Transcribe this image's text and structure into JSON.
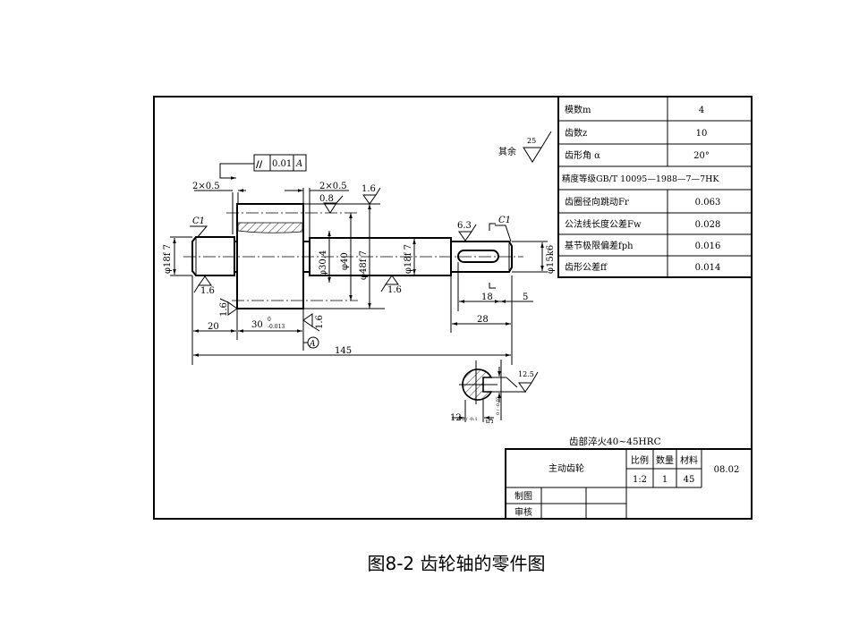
{
  "params_table": [
    {
      "label": "模数m",
      "value": "4"
    },
    {
      "label": "齿数z",
      "value": "10"
    },
    {
      "label": "齿形角 α",
      "value": "20°"
    },
    {
      "label": "精度等级GB/T 10095—1988—7—7HK",
      "value": ""
    },
    {
      "label": "齿圈径向跳动Fr",
      "value": "0.063"
    },
    {
      "label": "公法线长度公差Fw",
      "value": "0.028"
    },
    {
      "label": "基节极限偏差fph",
      "value": "0.016"
    },
    {
      "label": "齿形公差ff",
      "value": "0.014"
    }
  ],
  "annotations": {
    "other_roughness": "其余",
    "other_roughness_value": "25",
    "tolerance_symbol": "//",
    "tolerance_value": "0.01",
    "datum": "A",
    "chamfer_left": "2×0.5",
    "chamfer_right": "2×0.5",
    "rough_08": "0.8",
    "rough_16_top": "1.6",
    "c1_left": "C1",
    "c1_right": "C1",
    "rough_63": "6.3",
    "dia_18f7_left": "φ18f 7",
    "dia_304": "φ30.4",
    "dia_40": "φ40",
    "dia_48f7": "φ48f 7",
    "dia_18f7_right": "φ18f 7",
    "dia_15k6": "φ15k6",
    "rough_16_a": "1.6",
    "rough_16_b": "1.6",
    "rough_16_c": "1.6",
    "rough_16_d": "1.6",
    "dim_20": "20",
    "dim_30": "30",
    "dim_30_tol_up": "0",
    "dim_30_tol_low": "-0.013",
    "dim_145": "145",
    "dim_18": "18",
    "dim_5": "5",
    "dim_28": "28",
    "datum_a": "A",
    "rough_125": "12.5",
    "dim_12": "12",
    "dim_12_tol": "0 / -0.1",
    "dim_5_key": "5",
    "dim_5_tol": "0 / -0.03",
    "heat_treatment": "齿部淬火40~45HRC"
  },
  "title_block": {
    "part_name": "主动齿轮",
    "scale_label": "比例",
    "qty_label": "数量",
    "material_label": "材料",
    "scale": "1:2",
    "qty": "1",
    "material": "45",
    "drawing_no": "08.02",
    "drawn_by": "制图",
    "checked_by": "审核"
  },
  "caption": "图8-2  齿轮轴的零件图"
}
